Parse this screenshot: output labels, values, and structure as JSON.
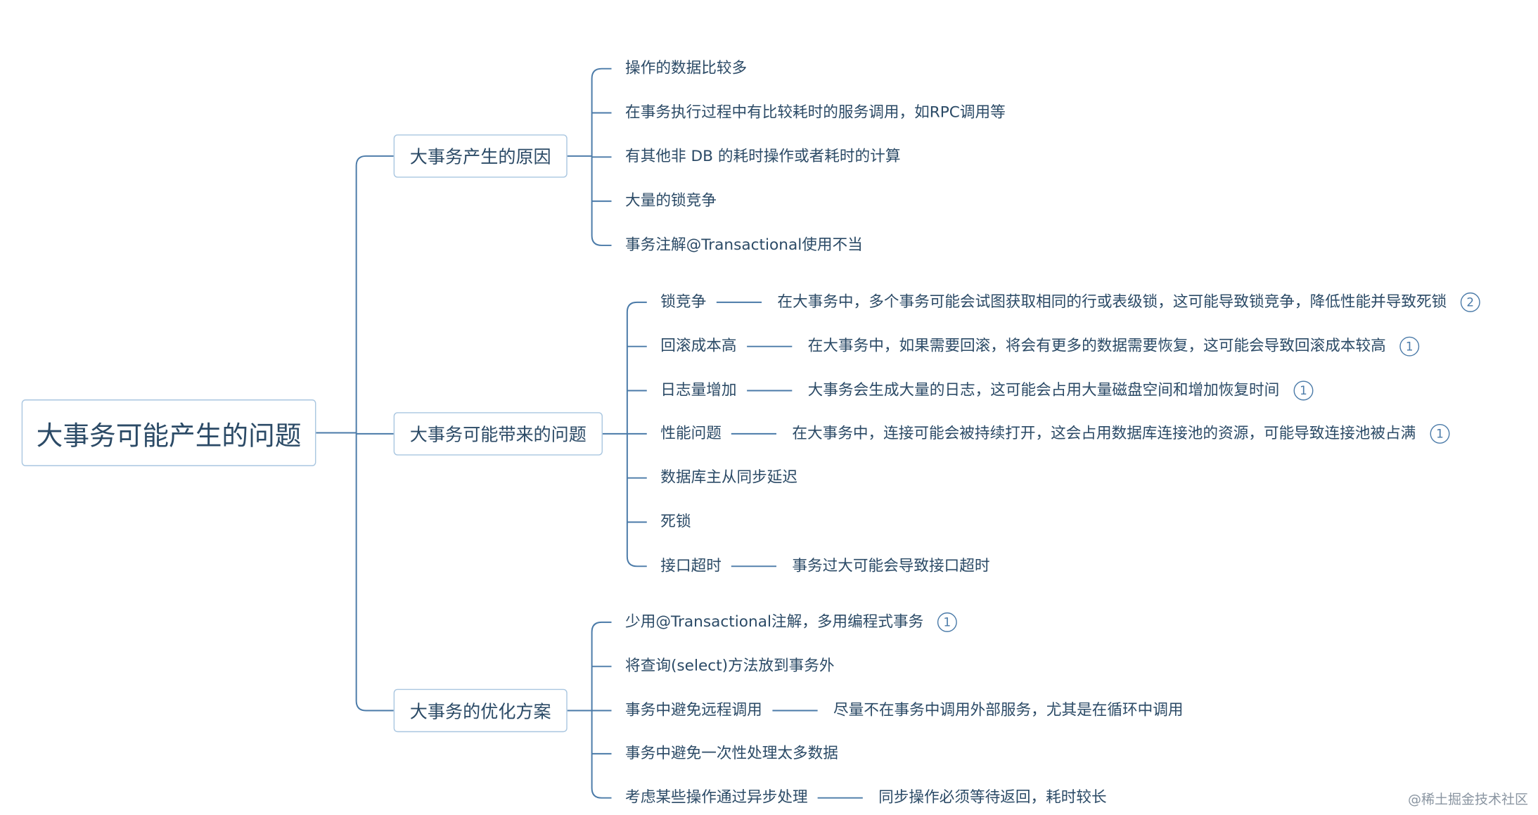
{
  "root": "大事务可能产生的问题",
  "branches": [
    {
      "label": "大事务产生的原因",
      "items": [
        {
          "text": "操作的数据比较多"
        },
        {
          "text": "在事务执行过程中有比较耗时的服务调用，如RPC调用等"
        },
        {
          "text": "有其他非 DB 的耗时操作或者耗时的计算"
        },
        {
          "text": "大量的锁竞争"
        },
        {
          "text": "事务注解@Transactional使用不当"
        }
      ]
    },
    {
      "label": "大事务可能带来的问题",
      "items": [
        {
          "text": "锁竞争",
          "detail": "在大事务中，多个事务可能会试图获取相同的行或表级锁，这可能导致锁竞争，降低性能并导致死锁",
          "marker": "2"
        },
        {
          "text": "回滚成本高",
          "detail": "在大事务中，如果需要回滚，将会有更多的数据需要恢复，这可能会导致回滚成本较高",
          "marker": "1"
        },
        {
          "text": "日志量增加",
          "detail": "大事务会生成大量的日志，这可能会占用大量磁盘空间和增加恢复时间",
          "marker": "1"
        },
        {
          "text": "性能问题",
          "detail": "在大事务中，连接可能会被持续打开，这会占用数据库连接池的资源，可能导致连接池被占满",
          "marker": "1"
        },
        {
          "text": "数据库主从同步延迟"
        },
        {
          "text": "死锁"
        },
        {
          "text": "接口超时",
          "detail": "事务过大可能会导致接口超时"
        }
      ]
    },
    {
      "label": "大事务的优化方案",
      "items": [
        {
          "text": "少用@Transactional注解，多用编程式事务",
          "marker": "1"
        },
        {
          "text": "将查询(select)方法放到事务外"
        },
        {
          "text": "事务中避免远程调用",
          "detail": "尽量不在事务中调用外部服务，尤其是在循环中调用"
        },
        {
          "text": "事务中避免一次性处理太多数据"
        },
        {
          "text": "考虑某些操作通过异步处理",
          "detail": "同步操作必须等待返回，耗时较长"
        }
      ]
    }
  ],
  "watermark": "@稀土掘金技术社区",
  "colors": {
    "line": "#4a7aa8",
    "text": "#2b4a66",
    "box_border": "#a9c6e0",
    "watermark": "#8a95a1"
  }
}
